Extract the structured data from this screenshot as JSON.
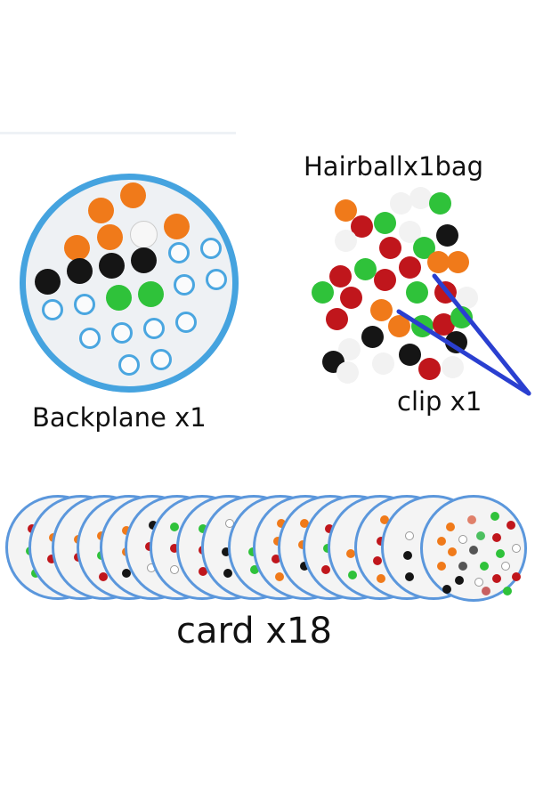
{
  "labels": {
    "backplane": "Backplane x1",
    "hairball": "Hairballx1bag",
    "clip": "clip x1",
    "card": "card x18"
  },
  "colors": {
    "blue_felt": "#45a3df",
    "orange": "#f07a1a",
    "black": "#151515",
    "green": "#2fc23a",
    "red": "#c0161c",
    "white": "#f2f2f2",
    "tweezer": "#2a3fd0",
    "card_border": "#5b97dc"
  },
  "items": [
    {
      "name": "Backplane",
      "quantity": 1
    },
    {
      "name": "Hairball",
      "quantity": "1 bag"
    },
    {
      "name": "clip",
      "quantity": 1
    },
    {
      "name": "card",
      "quantity": 18
    }
  ]
}
